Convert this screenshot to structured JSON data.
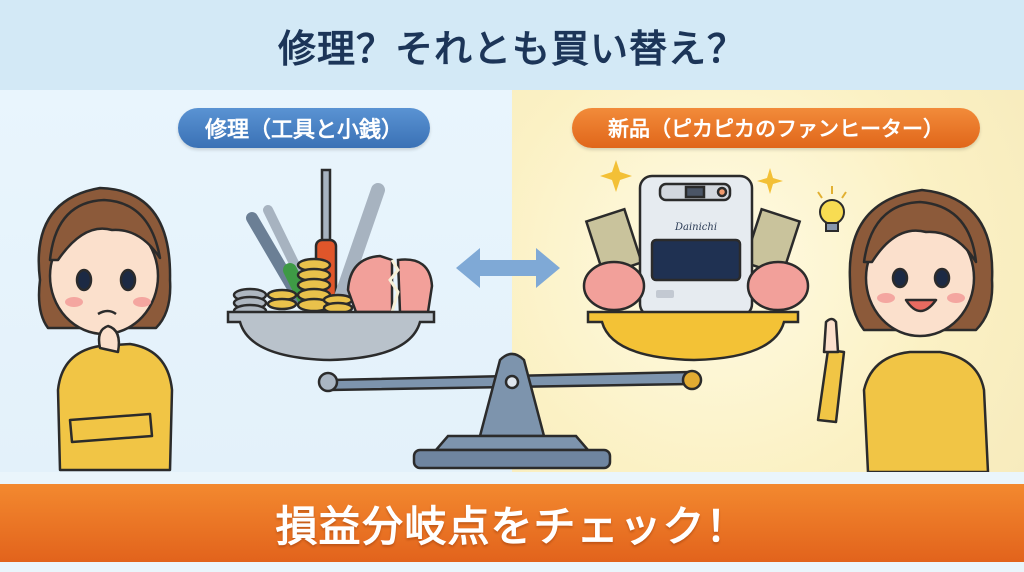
{
  "header": {
    "title": "修理？それとも買い替え？"
  },
  "options": {
    "repair": {
      "label": "修理（工具と小銭）",
      "color": "#4a84c7",
      "items": [
        "wrench",
        "screwdriver",
        "adjustable-wrench",
        "coins",
        "broken-piggy-bank"
      ]
    },
    "replace": {
      "label": "新品（ピカピカのファンヒーター）",
      "color": "#e9741f",
      "items": [
        "fan-heater",
        "piggy-bank",
        "bills",
        "sparkles"
      ]
    }
  },
  "heater": {
    "brand": "Dainichi"
  },
  "characters": {
    "left": {
      "mood": "worried"
    },
    "right": {
      "mood": "happy",
      "accessory": "lightbulb"
    }
  },
  "banner": {
    "text": "損益分岐点をチェック！",
    "color": "#e9741f"
  }
}
